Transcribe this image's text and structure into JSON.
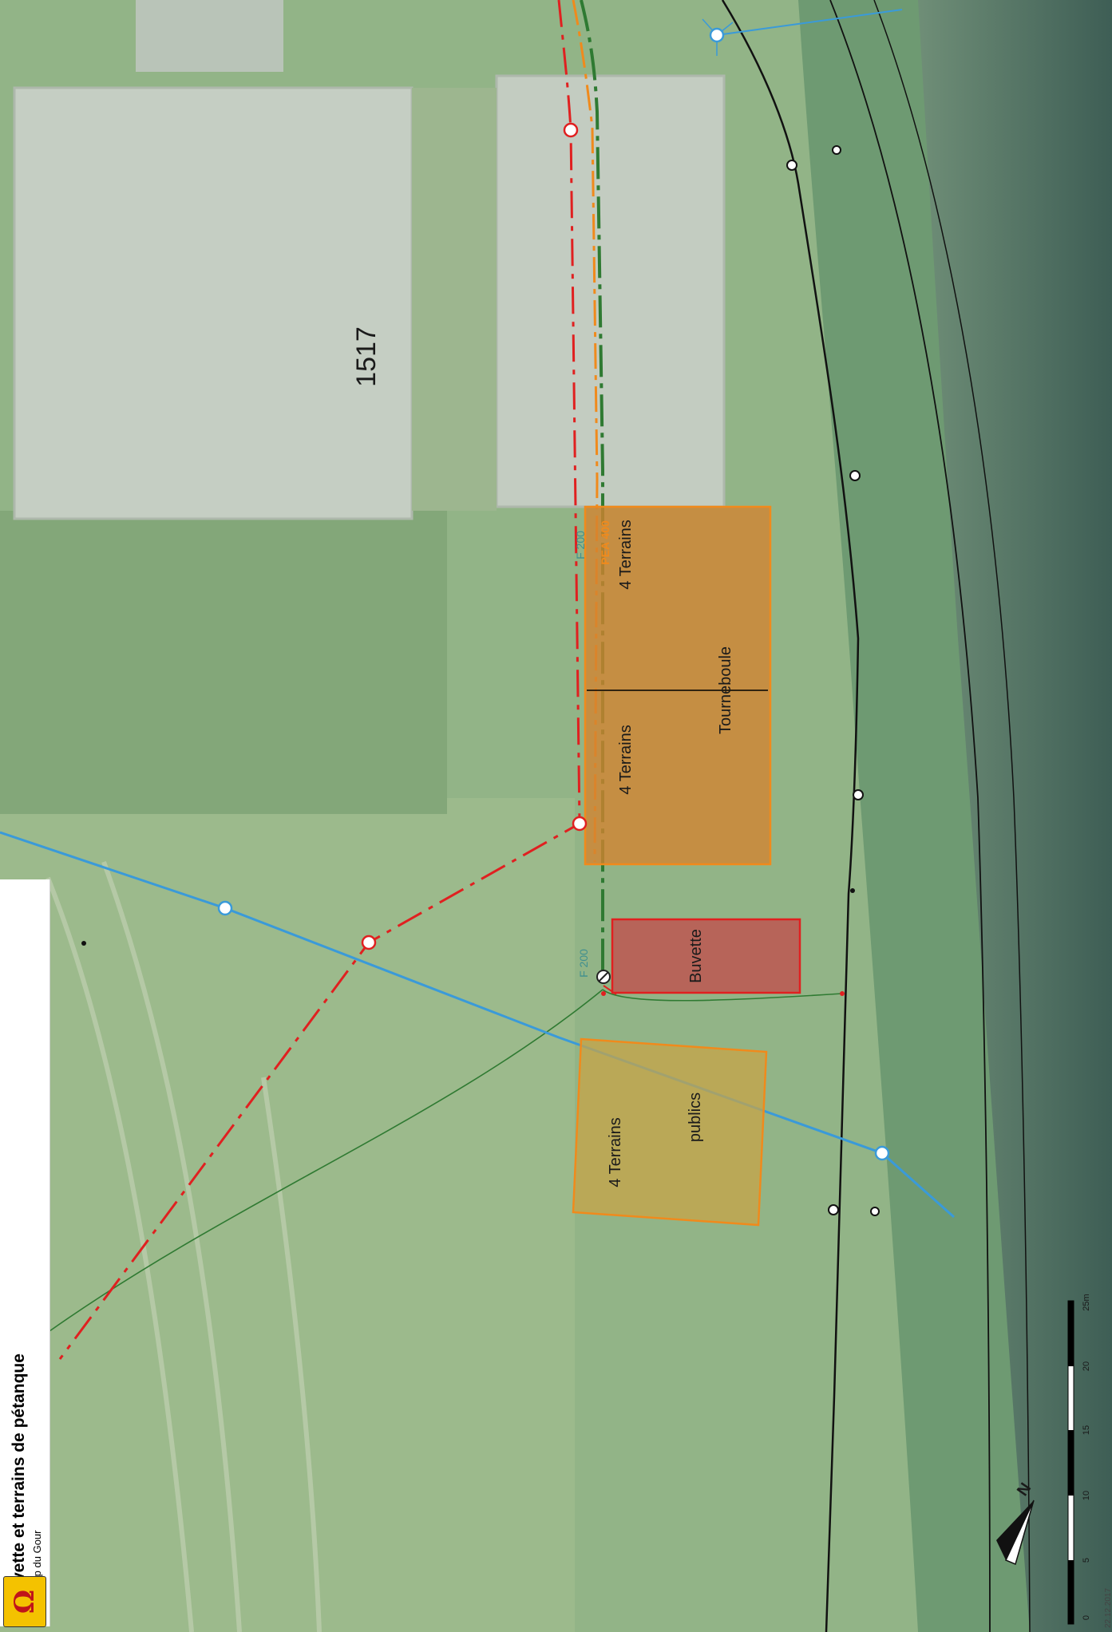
{
  "header": {
    "title": "Buvette et terrains de pétanque",
    "subtitle": "Champ du Gour"
  },
  "parcel": {
    "number": "1517"
  },
  "zones": {
    "terrains_a_left": "4 Terrains",
    "terrains_a_right": "4 Terrains",
    "tourneboule": "Tourneboule",
    "buvette": "Buvette",
    "terrains_public_line1": "4 Terrains",
    "terrains_public_line2": "publics"
  },
  "line_labels": {
    "f200_upper": "F 200",
    "f200_lower": "F 200",
    "pea": "PEA 400"
  },
  "scale_bar": {
    "ticks": [
      "0",
      "5",
      "10",
      "15",
      "20",
      "25m"
    ]
  },
  "north_arrow": {
    "label": "N"
  },
  "footer": {
    "date": "22.12.2017"
  },
  "colors": {
    "grass": "#8fb081",
    "court_surface": "#c5cec3",
    "orange_zone": "#d4832f",
    "buvette_zone": "#c0504d",
    "water_line": "#3a9ad9",
    "sewer_line": "#e02020",
    "gas_line": "#2f7a32",
    "power_line": "#f08a1c",
    "road": "#1a1a1a"
  }
}
